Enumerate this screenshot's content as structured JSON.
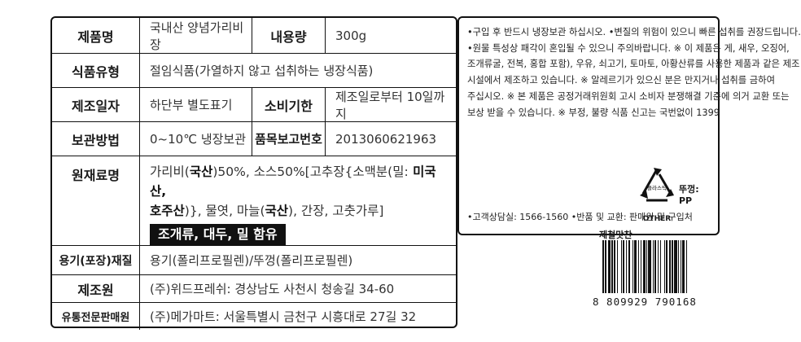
{
  "table": {
    "name_label": "제품명",
    "name_value": "국내산 양념가리비장",
    "volume_label": "내용량",
    "volume_value": "300g",
    "type_label": "식품유형",
    "type_value": "절임식품(가열하지 않고 섭취하는 냉장식품)",
    "mfg_label": "제조일자",
    "mfg_value": "하단부 별도표기",
    "expiry_label": "소비기한",
    "expiry_value": "제조일로부터 10일까지",
    "storage_label": "보관방법",
    "storage_value": "0~10℃ 냉장보관",
    "report_label": "품목보고번호",
    "report_value": "2013060621963",
    "ingredients_label": "원재료명",
    "ingredients": {
      "p1": "가리비(",
      "p1b": "국산",
      "p1c": ")50%, 소스50%[고추장{소맥분(밀:",
      "p1d": " 미국산,",
      "p2a": "호주산",
      "p2b": ")}, 물엿, 마늘(",
      "p2c": "국산",
      "p2d": "), 간장, 고춧가루]",
      "allergen": "조개류, 대두, 밀 함유"
    },
    "packaging_label": "용기(포장)재질",
    "packaging_value": "용기(폴리프로필렌)/뚜껑(폴리프로필렌)",
    "maker_label": "제조원",
    "maker_value": "(주)위드프레쉬: 경상남도 사천시 청송길 34-60",
    "dist_label": "유통전문판매원",
    "dist_value": "(주)메가마트: 서울특별시 금천구 시흥대로 27길 32"
  },
  "notice": {
    "lines": [
      "•구입 후 반드시 냉장보관 하십시오. •변질의 위험이 있으니 빠른 섭취를 권장드립니다.",
      "•원물 특성상 패각이 혼입될 수 있으니 주의바랍니다. ※ 이 제품은 게, 새우, 오징어,",
      "조개류굴, 전복, 홍합 포함), 우유, 쇠고기, 토마토, 아황산류를 사용한 제품과 같은 제조",
      "시설에서 제조하고 있습니다. ※ 알레르기가 있으신 분은 만지거나 섭취를 금하여",
      "주십시오. ※ 본 제품은 공정거래위원회 고시 소비자 분쟁해결 기준에 의거 교환 또는",
      "보상 받을 수 있습니다. ※ 부정, 불량 식품 신고는 국번없이 1399"
    ],
    "bottom": "•고객상담실: 1566-1560 •반품 및 교환: 판매원 및 구입처",
    "recycle_inner": "플라스틱",
    "recycle_other": "OTHER",
    "lid_label": "뚜껑: PP"
  },
  "stamp_text": "제철맛찬",
  "barcode_number": "8  809929  790168",
  "icons": {
    "recycle": "recycle-triangle-icon"
  }
}
